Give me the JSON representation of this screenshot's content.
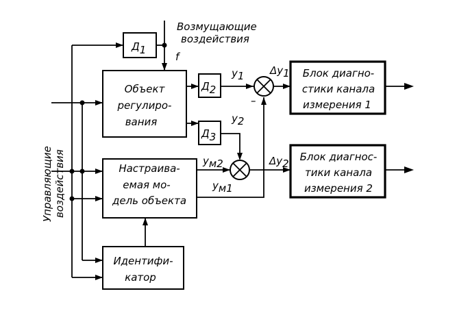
{
  "blocks": {
    "d1": {
      "label": "Д",
      "sub": "1"
    },
    "d2": {
      "label": "Д",
      "sub": "2"
    },
    "d3": {
      "label": "Д",
      "sub": "3"
    },
    "object": {
      "lines": [
        "Объект",
        "регулиро-",
        "вания"
      ]
    },
    "model": {
      "lines": [
        "Настраива-",
        "емая мо-",
        "дель объекта"
      ]
    },
    "identifier": {
      "lines": [
        "Идентифи-",
        "катор"
      ]
    },
    "diag1": {
      "lines": [
        "Блок диагно-",
        "стики канала",
        "измерения 1"
      ]
    },
    "diag2": {
      "lines": [
        "Блок диагнос-",
        "тики канала",
        "измерения 2"
      ]
    }
  },
  "labels": {
    "disturbance": [
      "Возмущающие",
      "воздействия"
    ],
    "f": "f",
    "control": [
      "Управляющие",
      "воздействия"
    ],
    "y1": {
      "main": "y",
      "sub": "1"
    },
    "y2": {
      "main": "y",
      "sub": "2"
    },
    "ym2": {
      "main": "y",
      "sub": "м2"
    },
    "ym1": {
      "main": "y",
      "sub": "м1"
    },
    "dy1": {
      "main": "Δy",
      "sub": "1"
    },
    "dy2": {
      "main": "Δy",
      "sub": "2"
    },
    "minus": "–"
  }
}
